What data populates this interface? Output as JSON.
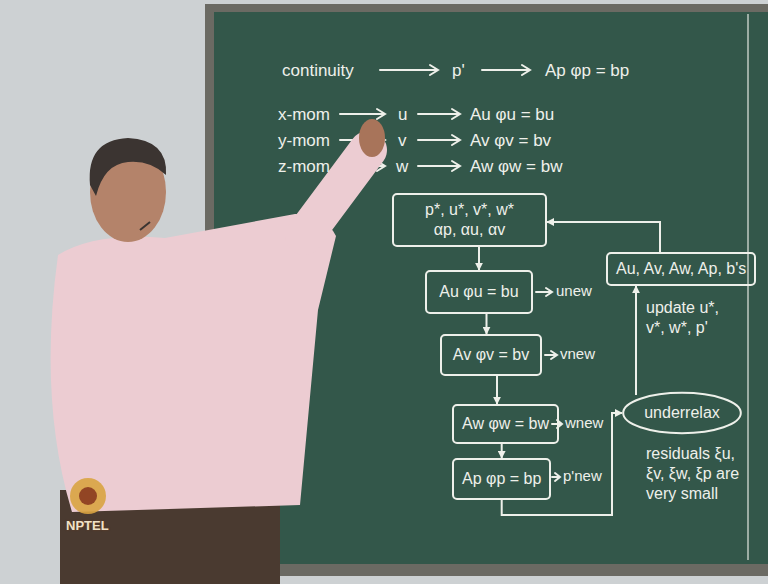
{
  "diagram": {
    "nodes": [
      {
        "text": [
          "p*, u*, v*, w*",
          "αp, αu, αv"
        ]
      },
      {
        "text": [
          "Au φu = bu"
        ]
      },
      {
        "text": [
          "Av φv = bv"
        ]
      },
      {
        "text": [
          "Aw φw = bw"
        ]
      },
      {
        "text": [
          "Ap φp = bp"
        ]
      },
      {
        "text": [
          "Au, Av, Aw, Ap, b's"
        ]
      },
      {
        "text": [
          "underrelax"
        ]
      }
    ],
    "edges": [
      {
        "from": 0,
        "to": 1,
        "arrow": "to"
      },
      {
        "from": 1,
        "to": 2,
        "arrow": "to"
      },
      {
        "from": 2,
        "to": 3,
        "arrow": "to"
      },
      {
        "from": 3,
        "to": 4,
        "arrow": "to"
      },
      {
        "from": 4,
        "to": 6,
        "arrow": "to"
      },
      {
        "from": 6,
        "to": 5,
        "arrow": "to"
      },
      {
        "from": 5,
        "to": 0,
        "arrow": "to"
      }
    ],
    "labels": [
      "continuity",
      "p'",
      "Ap φp = bp",
      "x-mom",
      "u",
      "Au φu = bu",
      "y-mom",
      "v",
      "Av φv = bv",
      "z-mom",
      "w",
      "Aw φw = bw",
      "unew",
      "vnew",
      "wnew",
      "p'new",
      "update u*, v*, w*, p'",
      "residuals ξu, ξv, ξw, ξp are very small",
      "NPTEL"
    ]
  }
}
